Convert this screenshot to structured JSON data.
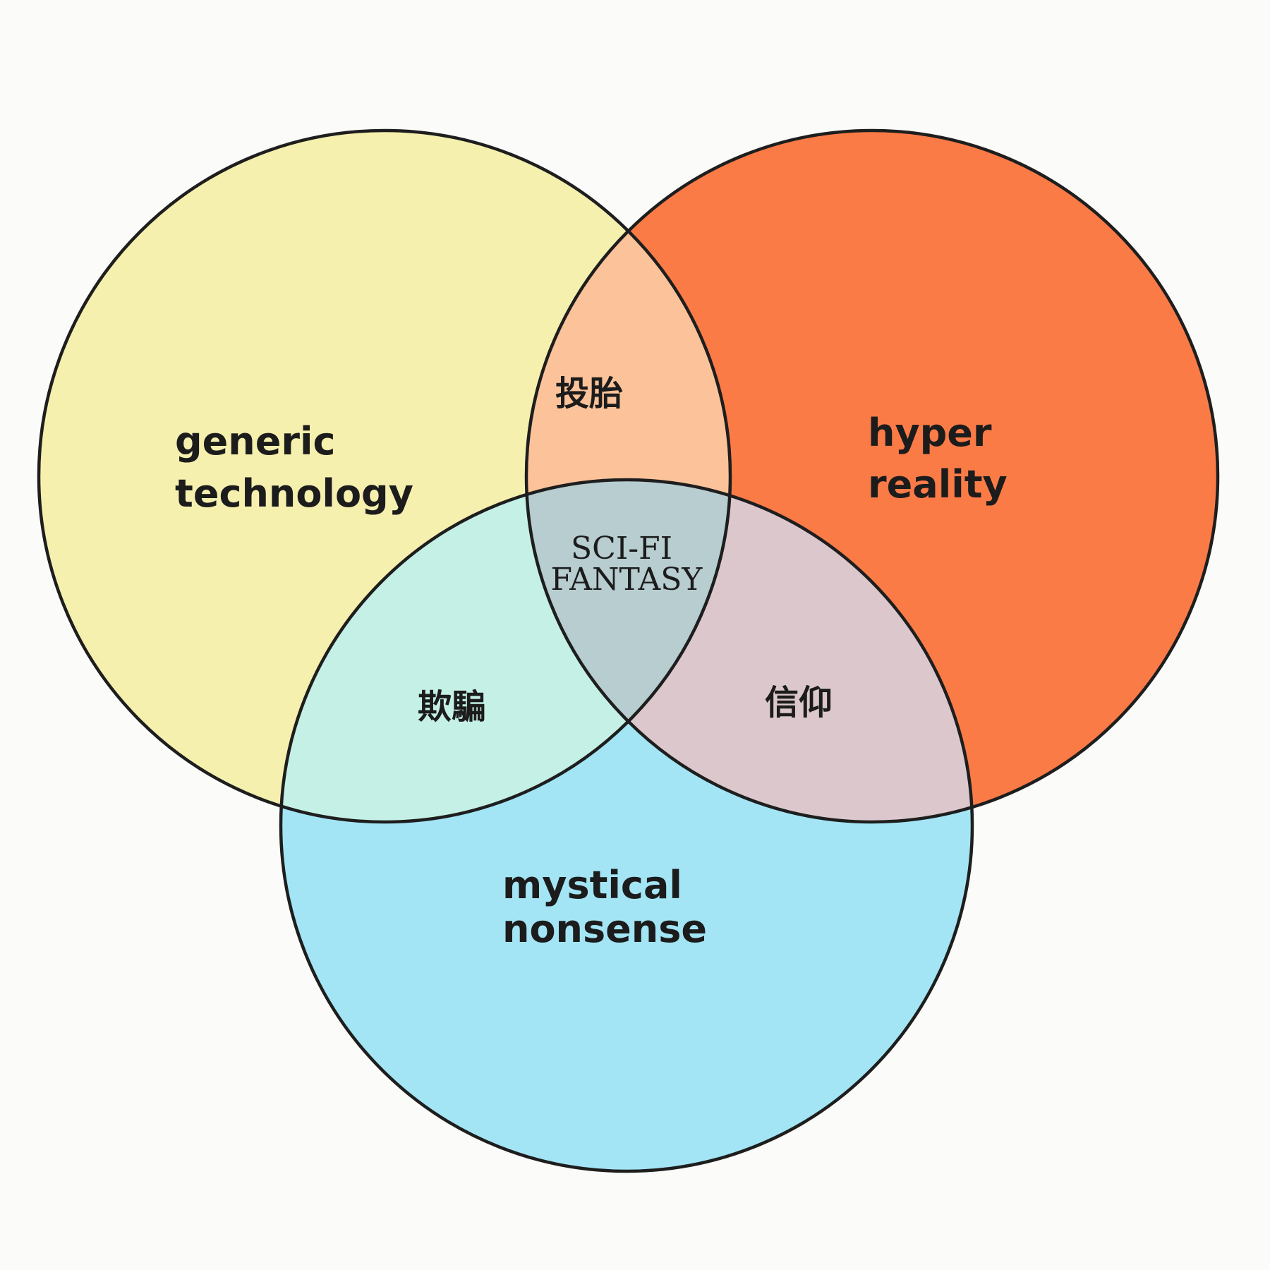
{
  "sets": [
    {
      "id": "a",
      "lines": [
        "generic",
        "technology"
      ],
      "color": "#f5f0ae"
    },
    {
      "id": "b",
      "lines": [
        "hyper",
        "reality"
      ],
      "color": "#fb7b47"
    },
    {
      "id": "c",
      "lines": [
        "mystical",
        "nonsense"
      ],
      "color": "#a3e5f5"
    }
  ],
  "intersections": {
    "ab": {
      "label": "投胎",
      "color": "#fcc39a"
    },
    "ac": {
      "label": "欺騙",
      "color": "#c5f0e6"
    },
    "bc": {
      "label": "信仰",
      "color": "#dcc8cc"
    },
    "abc": {
      "lines": [
        "SCI-FI",
        "FANTASY"
      ],
      "color": "#b7cdd0"
    }
  }
}
